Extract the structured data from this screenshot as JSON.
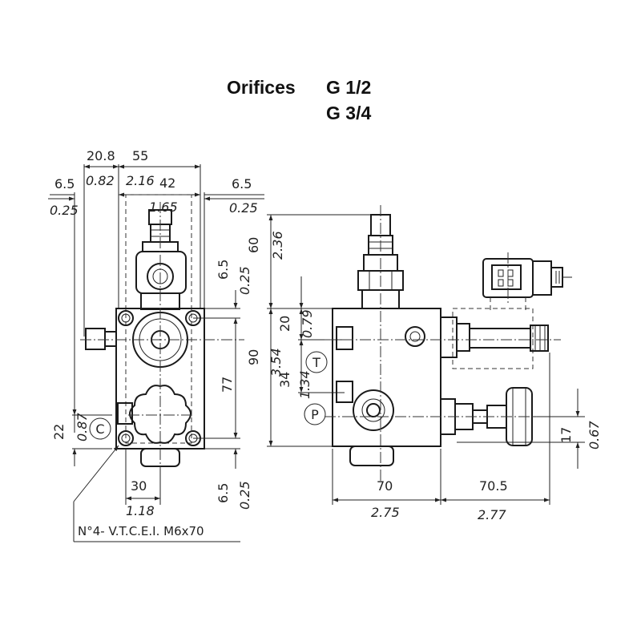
{
  "title": {
    "label": "Orifices",
    "size_1": "G 1/2",
    "size_2": "G 3/4"
  },
  "front_view": {
    "dims_mm": {
      "d20_8": "20.8",
      "d55": "55",
      "d42": "42",
      "d6_5_left": "6.5",
      "d6_5_right": "6.5",
      "d30": "30",
      "d22": "22",
      "d6_5_top": "6.5",
      "d6_5_bot": "6.5",
      "d77": "77"
    },
    "dims_in": {
      "i0_82": "0.82",
      "i2_16": "2.16",
      "i1_65": "1.65",
      "i0_25_left": "0.25",
      "i0_25_right": "0.25",
      "i1_18": "1.18",
      "i0_87": "0.87",
      "i0_25_top": "0.25",
      "i0_25_bot": "0.25"
    },
    "port_c": "C",
    "screw_note": "N°4- V.T.C.E.I. M6x70"
  },
  "side_view": {
    "dims_mm": {
      "d60": "60",
      "d90": "90",
      "d20": "20",
      "d34": "34",
      "d70": "70",
      "d70_5": "70.5",
      "d17": "17"
    },
    "dims_in": {
      "i2_36": "2.36",
      "i3_54": "3.54",
      "i0_79": "0.79",
      "i1_34": "1.34",
      "i2_75": "2.75",
      "i2_77": "2.77",
      "i0_67": "0.67"
    },
    "port_t": "T",
    "port_p": "P"
  }
}
